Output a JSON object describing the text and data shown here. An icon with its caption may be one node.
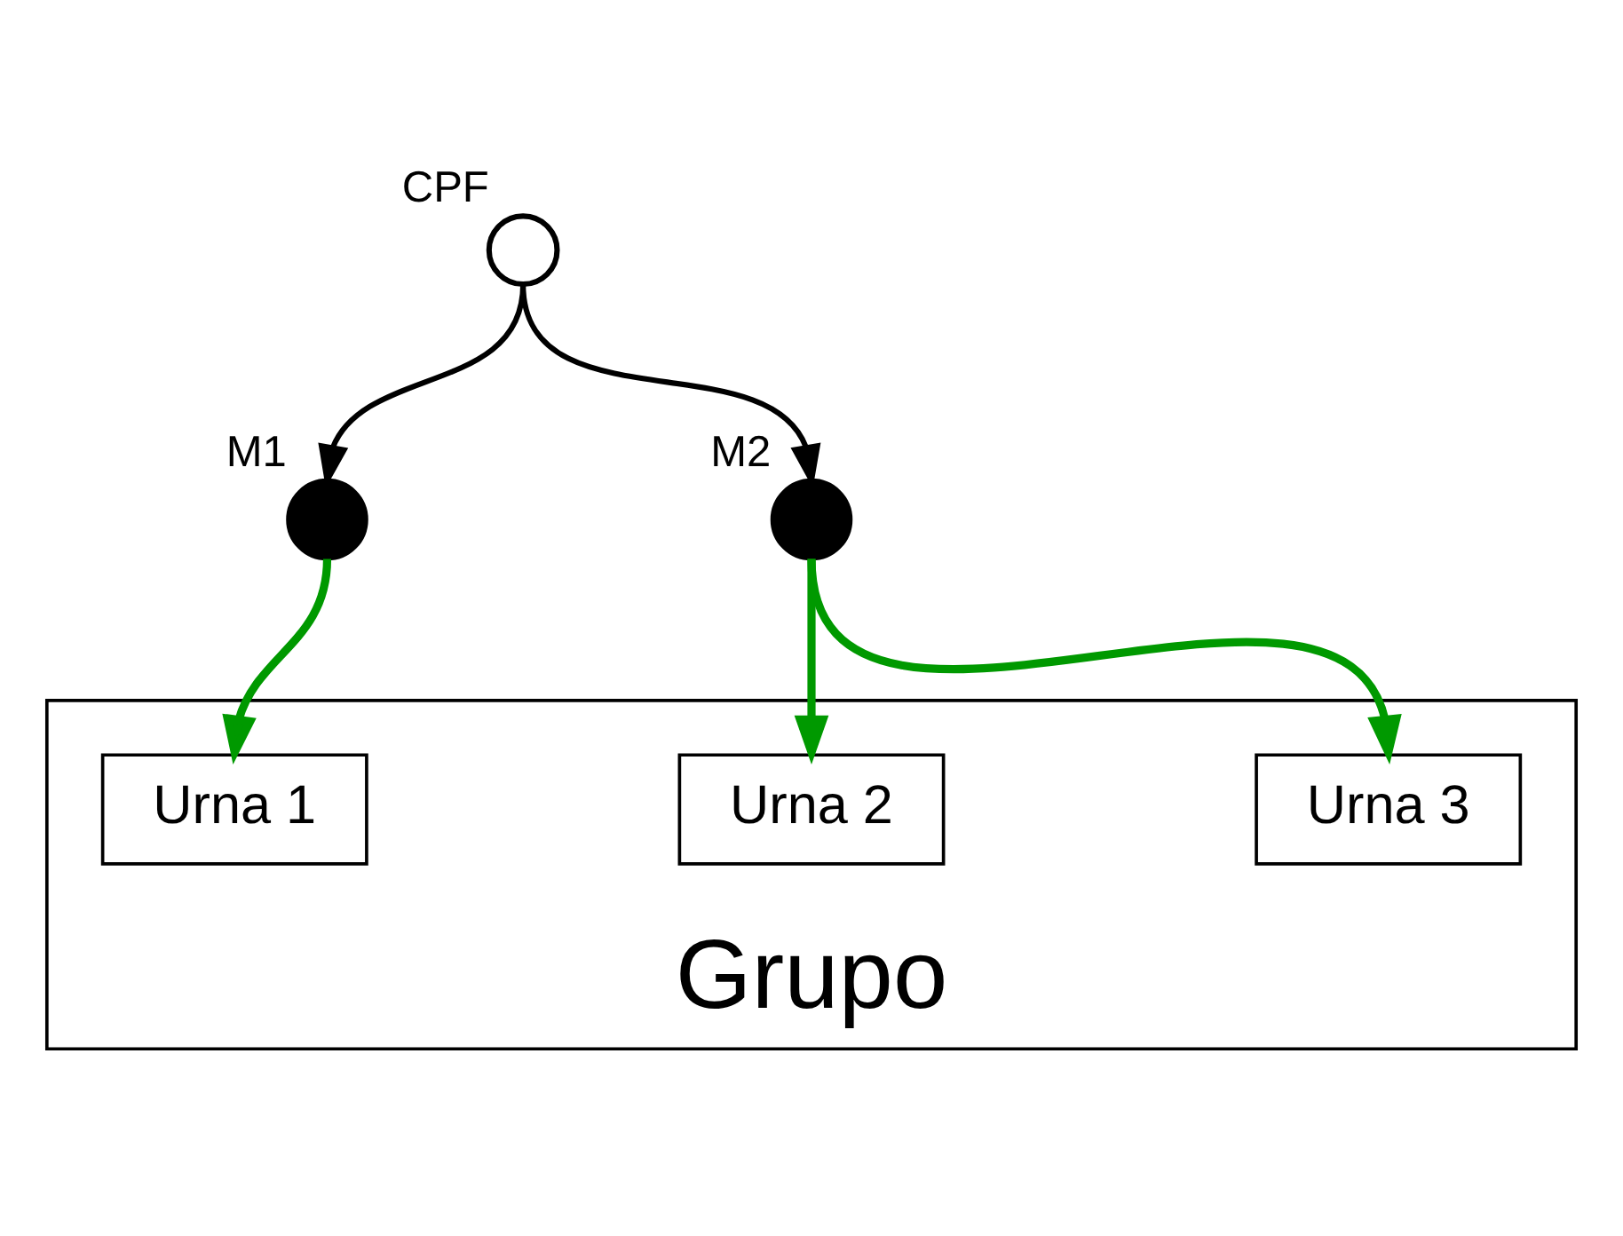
{
  "diagram": {
    "nodes": [
      {
        "text": [],
        "shape": "person",
        "beside": [
          "CPF"
        ]
      },
      {
        "text": [],
        "shape": "circle",
        "beside": [
          "M1"
        ]
      },
      {
        "text": [],
        "shape": "circle",
        "beside": [
          "M2"
        ]
      },
      {
        "text": [
          "Grupo"
        ]
      },
      {
        "text": [
          "Urna 1"
        ],
        "in": 3
      },
      {
        "text": [
          "Urna 2"
        ],
        "in": 3
      },
      {
        "text": [
          "Urna 3"
        ],
        "in": 3
      }
    ],
    "edges": [
      {
        "from": 0,
        "to": 1,
        "arrow": "to",
        "color": "#000000"
      },
      {
        "from": 0,
        "to": 2,
        "arrow": "to",
        "color": "#000000"
      },
      {
        "from": 1,
        "to": 4,
        "arrow": "to"
      },
      {
        "from": 2,
        "to": 5,
        "arrow": "to"
      },
      {
        "from": 2,
        "to": 6,
        "arrow": "to"
      }
    ]
  }
}
